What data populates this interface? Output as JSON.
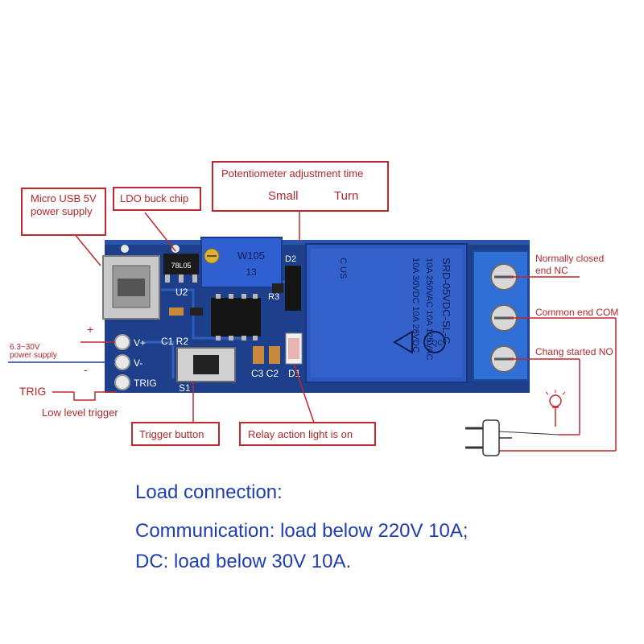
{
  "callouts": {
    "micro_usb": "Micro USB 5V power supply",
    "ldo": "LDO buck chip",
    "pot_title": "Potentiometer adjustment time",
    "pot_small": "Small",
    "pot_turn": "Turn",
    "trigger_button": "Trigger button",
    "relay_light": "Relay action light is on"
  },
  "side_labels": {
    "plus": "+",
    "voltage": "6.3~30V",
    "power_supply": "power supply",
    "minus": "-",
    "trig": "TRIG",
    "low_level": "Low level trigger",
    "nc_line1": "Normally closed",
    "nc_line2": "end NC",
    "com": "Common end COM",
    "no": "Chang started NO"
  },
  "pcb": {
    "pin_vplus": "V+",
    "pin_vminus": "V-",
    "pin_trig": "TRIG",
    "ref_u2": "U2",
    "ref_c1r2": "C1 R2",
    "ref_s1": "S1",
    "ref_c3c2": "C3 C2",
    "ref_d1": "D1",
    "ref_d2": "D2",
    "ref_r3": "R3",
    "chip_78l05": "78L05",
    "pot_w105": "W105",
    "pot_13": "13",
    "relay_l1": "SRD-05VDC-SL-C",
    "relay_l2": "10A 250VAC  10A 125VAC",
    "relay_l3": "10A 30VDC  10A 28VDC",
    "relay_cus": "C  US",
    "relay_cqc": "CQC"
  },
  "notes": {
    "line1": "Load connection:",
    "line2": "Communication: load below 220V 10A;",
    "line3": "DC: load below 30V 10A."
  },
  "colors": {
    "pcb": "#1d3f8c",
    "relay": "#2c58c0",
    "terminal": "#2f6fd6",
    "callout_red": "#c0282d",
    "note_blue": "#1f3fb0"
  }
}
